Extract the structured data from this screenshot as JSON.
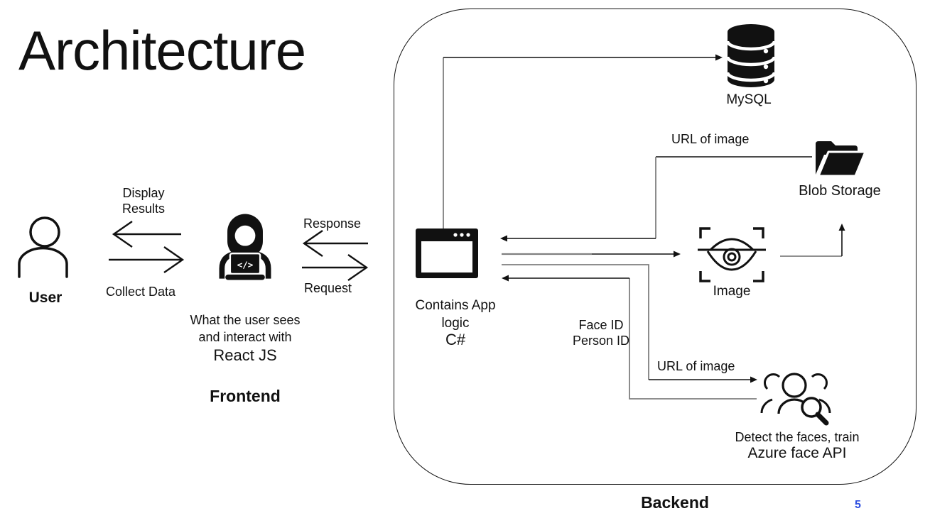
{
  "slide": {
    "title": "Architecture",
    "page_number": "5"
  },
  "frontend": {
    "user_label": "User",
    "display_results_label": "Display\nResults",
    "collect_data_label": "Collect Data",
    "response_label": "Response",
    "request_label": "Request",
    "dev_caption": "What the user sees\nand interact with",
    "dev_tech": "React JS",
    "laptop_code": "</>",
    "section_label": "Frontend"
  },
  "backend": {
    "section_label": "Backend",
    "app_caption": "Contains App\nlogic",
    "app_tech": "C#",
    "mysql_label": "MySQL",
    "blob_label": "Blob Storage",
    "image_label": "Image",
    "url_of_image_top": "URL of image",
    "url_of_image_bottom": "URL of image",
    "face_ids_label": "Face ID\nPerson ID",
    "face_caption": "Detect the faces, train",
    "face_tech": "Azure face API"
  },
  "colors": {
    "accent_blue": "#2E4FE0",
    "connector_gray": "#7f7f7f",
    "ink": "#111111"
  }
}
